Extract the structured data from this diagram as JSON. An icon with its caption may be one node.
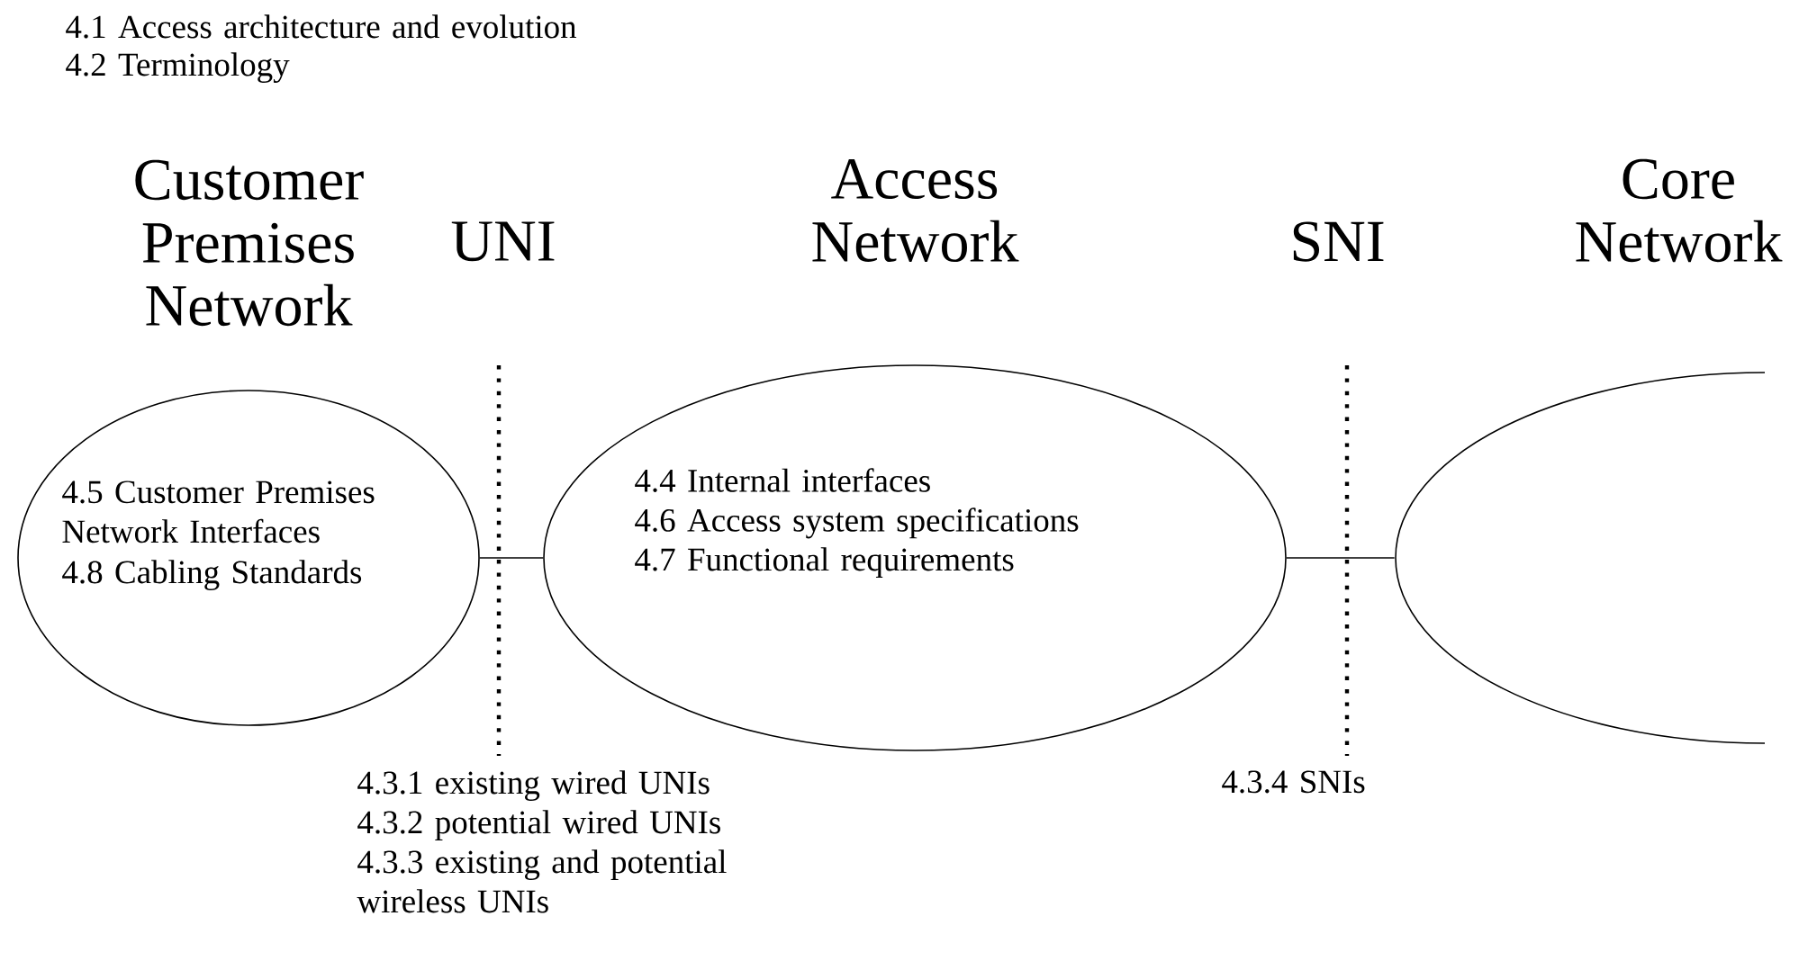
{
  "diagram": {
    "nodes": [
      {
        "text": [
          "Customer Premises Network",
          "4.5 Customer Premises Network Interfaces",
          "4.8 Cabling Standards"
        ]
      },
      {
        "text": [
          "Access Network",
          "4.4 Internal interfaces",
          "4.6 Access system specifications",
          "4.7 Functional requirements"
        ]
      },
      {
        "text": [
          "Core Network"
        ]
      }
    ],
    "edges": [
      {
        "from": 0,
        "to": 1,
        "arrow": "none"
      },
      {
        "from": 1,
        "to": 2,
        "arrow": "none"
      }
    ],
    "labels": [
      "4.1 Access architecture and evolution",
      "4.2 Terminology",
      "UNI",
      "SNI",
      "4.3.1 existing wired UNIs",
      "4.3.2 potential wired UNIs",
      "4.3.3 existing and potential wireless UNIs",
      "4.3.4 SNIs"
    ]
  }
}
